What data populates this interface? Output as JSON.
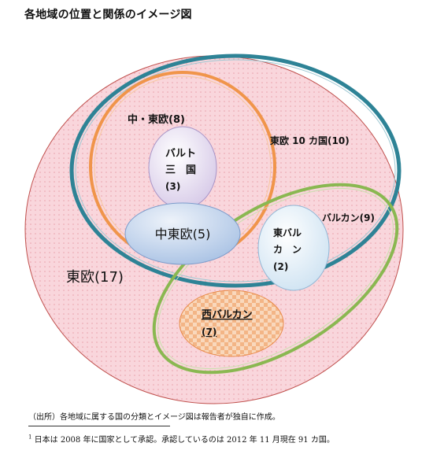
{
  "title": "各地域の位置と関係のイメージ図",
  "labels": {
    "east_europe": "東欧(17)",
    "east_europe_10": "東欧 10 カ国(10)",
    "central_east": "中・東欧(8)",
    "baltic_line1": "バルト",
    "baltic_line2": "三　国",
    "baltic_count": "(3)",
    "central_east_5": "中東欧(5)",
    "balkan": "バルカン(9)",
    "east_balkan_line1": "東バル",
    "east_balkan_line2": "カ　ン",
    "east_balkan_count": "(2)",
    "west_balkan": "西バルカン",
    "west_balkan_count": "(7)"
  },
  "colors": {
    "east_europe_fill": "#f9d6dc",
    "east_europe_border": "#c0504d",
    "east_europe_10_border": "#2e8396",
    "central_east_border": "#f0954a",
    "balkan_border": "#8ab851",
    "baltic_fill": "#e3d9ee",
    "central_east_5_fill": "#c3d4ea",
    "east_balkan_fill": "#dbeaf4",
    "west_balkan_fill": "#f7c79d"
  },
  "source": {
    "label": "（出所）",
    "text": "各地域に属する国の分類とイメージ図は報告者が独自に作成。"
  },
  "footnote": {
    "marker": "1",
    "text": "日本は 2008 年に国家として承認。承認しているのは 2012 年 11 月現在 91 カ国。"
  }
}
